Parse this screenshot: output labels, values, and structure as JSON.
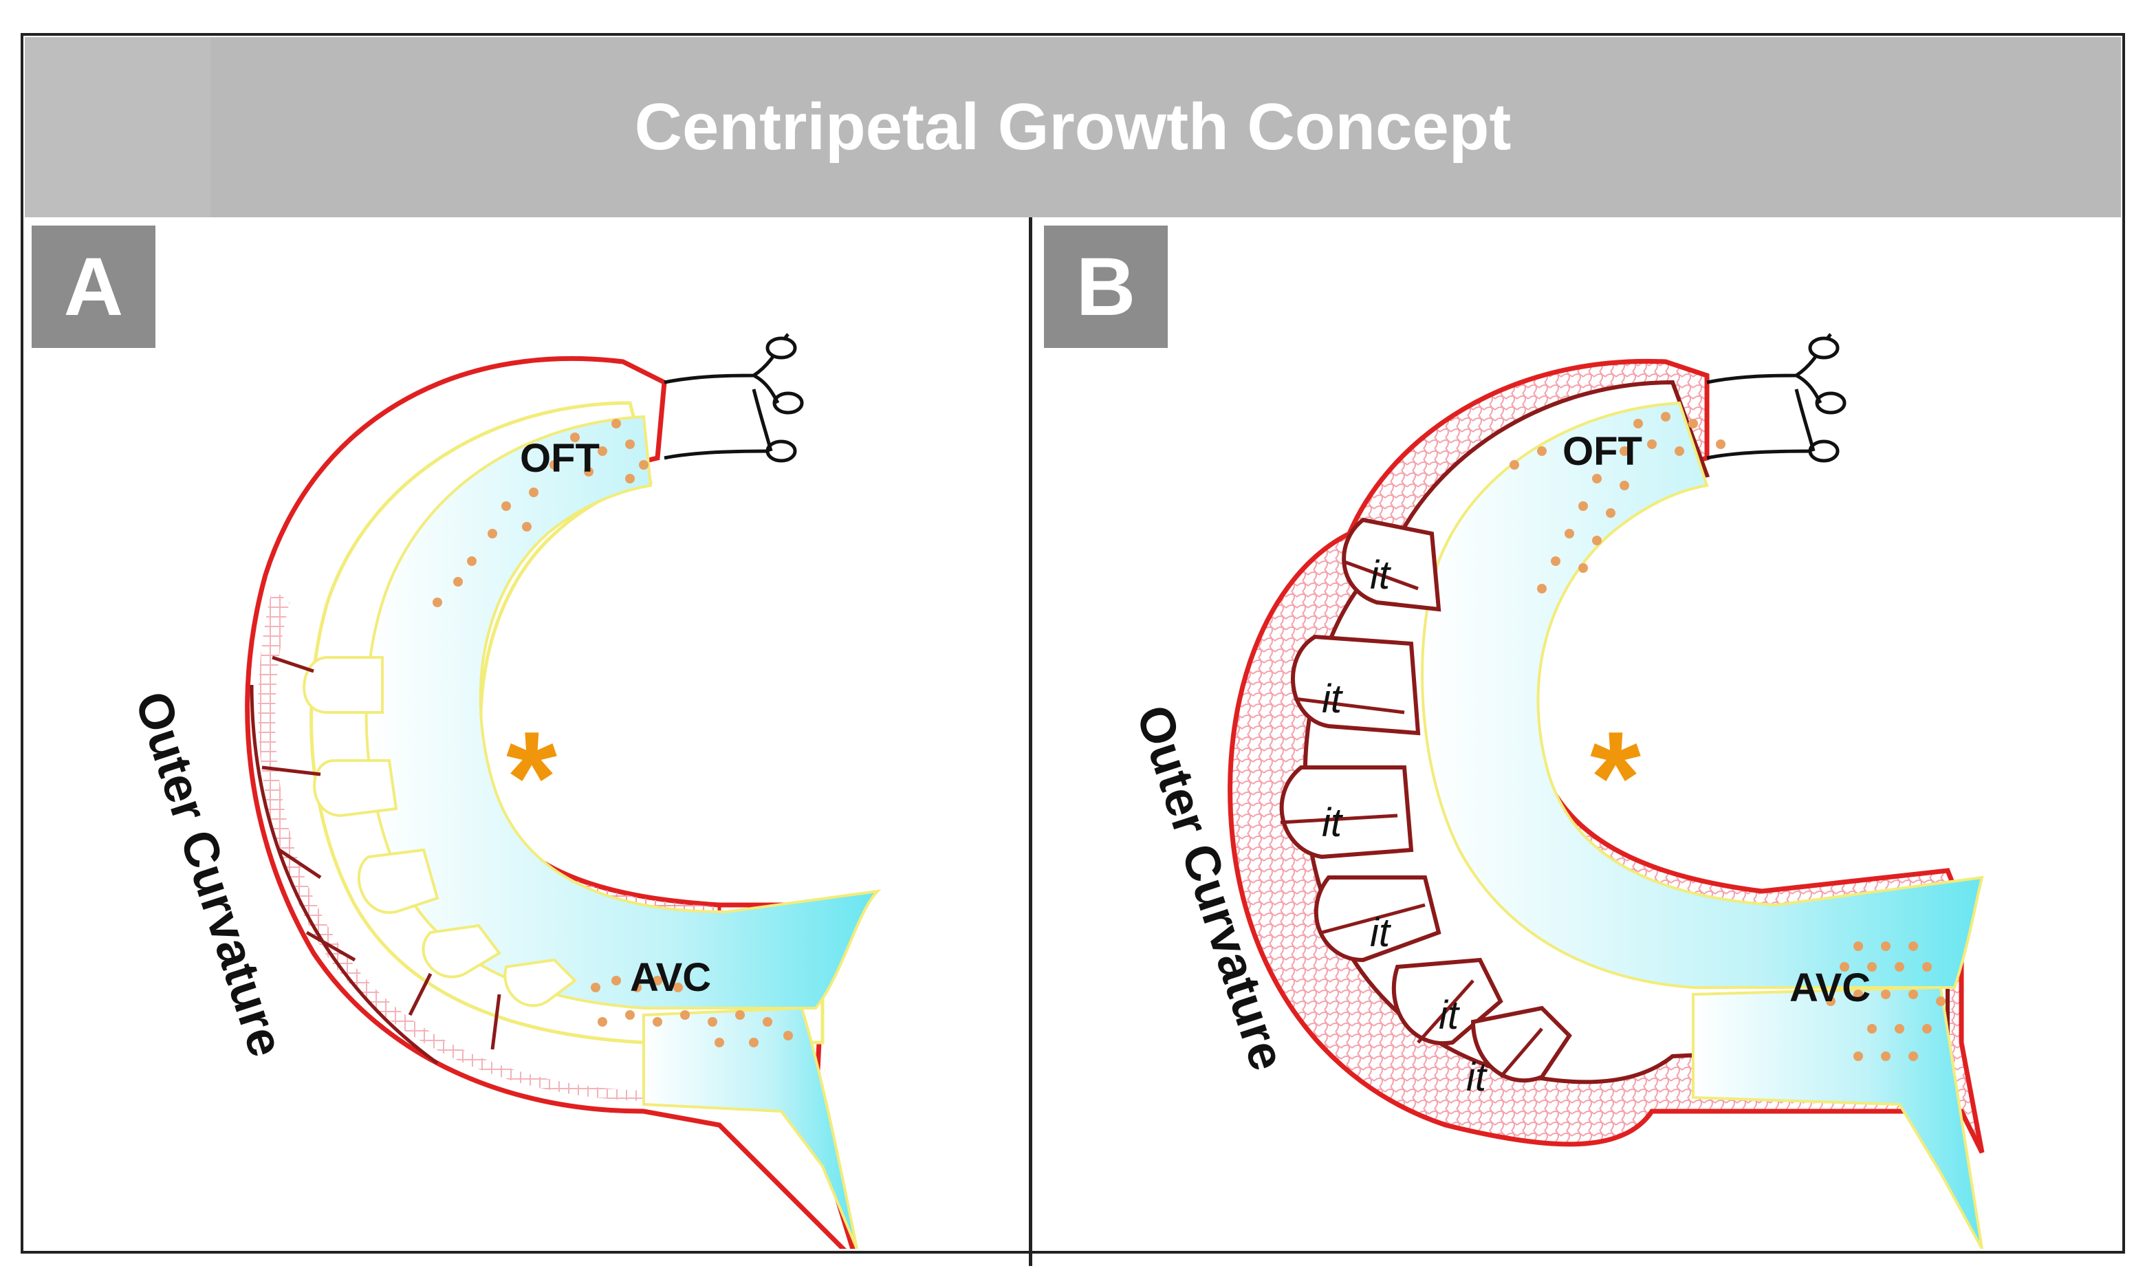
{
  "title": "Centripetal Growth Concept",
  "colors": {
    "banner": "#b9b9b9",
    "badge": "#8c8c8c",
    "epicardium": "#e02020",
    "endocardium": "#f2ec7a",
    "lumen": "#aeeef5",
    "cushion_dots": "#e8a060",
    "vessels": "#8b1a1a",
    "asterisk": "#f0960a"
  },
  "panels": [
    {
      "label": "A",
      "side_label": "Outer Curvature",
      "labels": {
        "oft": "OFT",
        "avc": "AVC"
      },
      "asterisk": "*"
    },
    {
      "label": "B",
      "side_label": "Outer Curvature",
      "labels": {
        "oft": "OFT",
        "avc": "AVC"
      },
      "asterisk": "*",
      "trabeculae_labels": [
        "it",
        "it",
        "it",
        "it",
        "it",
        "it"
      ]
    }
  ]
}
